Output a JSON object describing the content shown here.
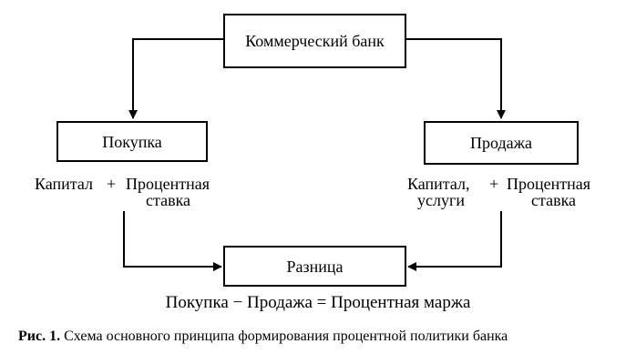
{
  "boxes": {
    "bank": "Коммерческий банк",
    "buy": "Покупка",
    "sell": "Продажа",
    "diff": "Разница"
  },
  "labels": {
    "left_capital": "Капитал",
    "left_plus": "+",
    "left_rate_1": "Процентная",
    "left_rate_2": "ставка",
    "right_capital": "Капитал,",
    "right_services": "услуги",
    "right_plus": "+",
    "right_rate_1": "Процентная",
    "right_rate_2": "ставка"
  },
  "equation": "Покупка − Продажа = Процентная маржа",
  "caption": {
    "number": "Рис. 1.",
    "text": "Схема основного принципа формирования процентной политики банка"
  }
}
